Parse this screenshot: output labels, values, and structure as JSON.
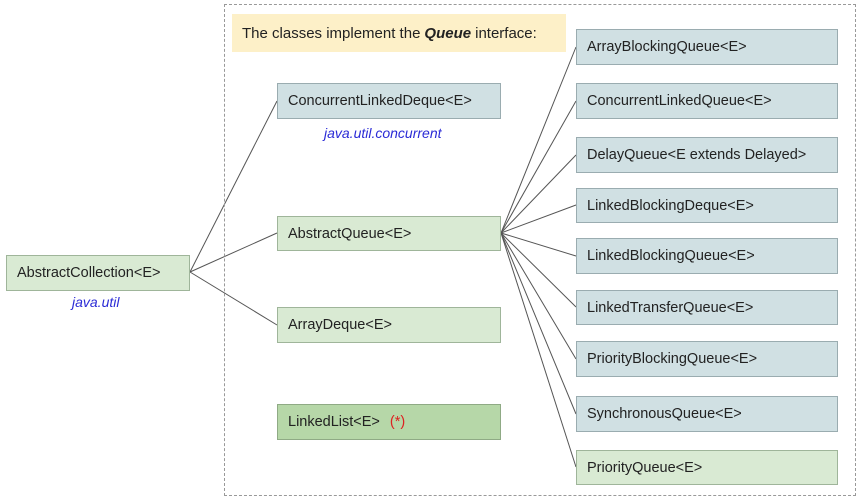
{
  "note": {
    "prefix": "The classes implement the",
    "emphasis": "Queue",
    "suffix": "interface:"
  },
  "root": {
    "label": "AbstractCollection<E>",
    "package": "java.util"
  },
  "middle": [
    {
      "label": "ConcurrentLinkedDeque<E>",
      "package": "java.util.concurrent"
    },
    {
      "label": "AbstractQueue<E>"
    },
    {
      "label": "ArrayDeque<E>"
    },
    {
      "label": "LinkedList<E>",
      "marker": "(*)"
    }
  ],
  "queues": [
    {
      "label": "ArrayBlockingQueue<E>"
    },
    {
      "label": "ConcurrentLinkedQueue<E>"
    },
    {
      "label": "DelayQueue<E extends Delayed>"
    },
    {
      "label": "LinkedBlockingDeque<E>"
    },
    {
      "label": "LinkedBlockingQueue<E>"
    },
    {
      "label": "LinkedTransferQueue<E>"
    },
    {
      "label": "PriorityBlockingQueue<E>"
    },
    {
      "label": "SynchronousQueue<E>"
    },
    {
      "label": "PriorityQueue<E>"
    }
  ],
  "colors": {
    "line": "#555555",
    "package": "#2b2bd6",
    "marker": "#dd2222"
  }
}
